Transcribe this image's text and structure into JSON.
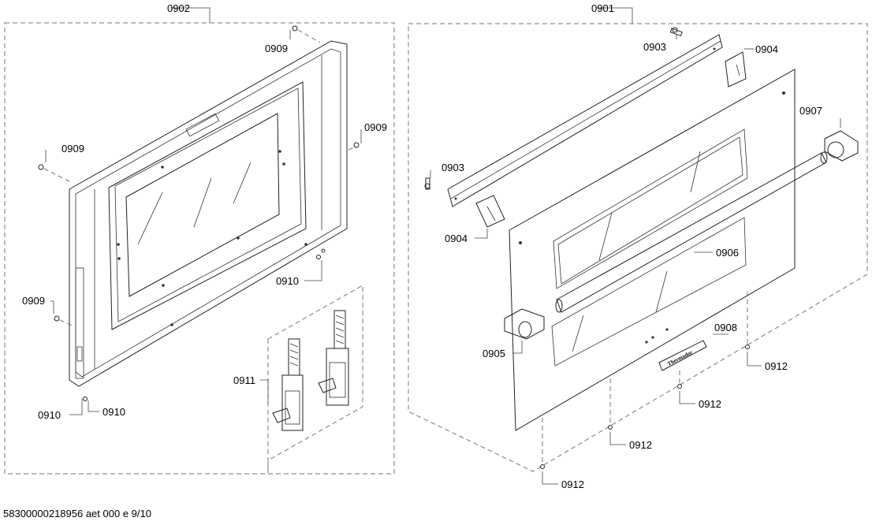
{
  "labels": {
    "group_left": "0902",
    "group_right": "0901",
    "screw_0909": "0909",
    "screw_0910": "0910",
    "hinge_0911": "0911",
    "screw_0903": "0903",
    "bracket_0904": "0904",
    "handle_0905": "0905",
    "rod_0906": "0906",
    "endcap_0907": "0907",
    "badge_0908": "0908",
    "screw_0912": "0912"
  },
  "badge_text": "Thermador",
  "footer": "58300000218956 aet 000 e 9/10"
}
